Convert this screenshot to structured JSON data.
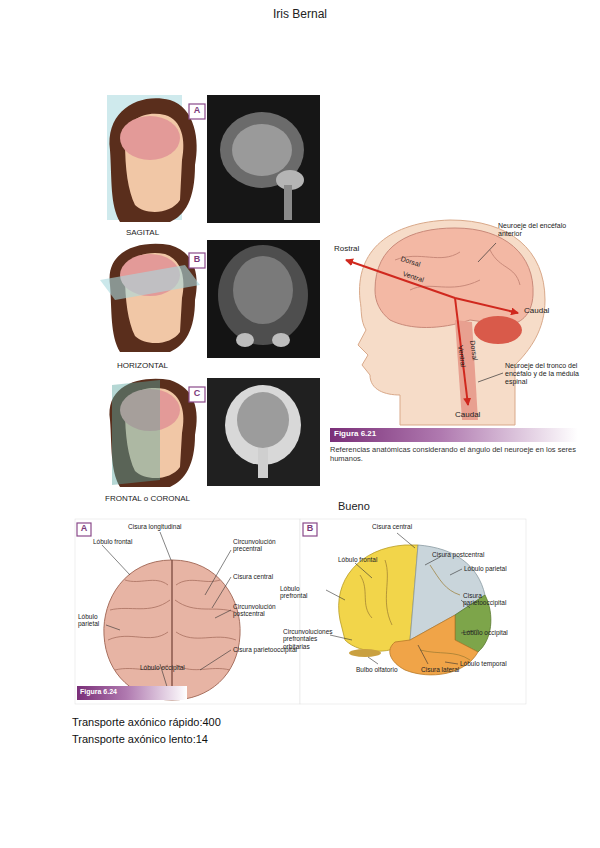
{
  "diagram": {
    "title": "Iris Bernal",
    "labels": [
      "A",
      "B",
      "C",
      "SAGITAL",
      "HORIZONTAL",
      "FRONTAL o CORONAL",
      "Rostral",
      "Dorsal",
      "Ventral",
      "Neuroeje del encéfalo anterior",
      "Caudal",
      "Dorsal",
      "Ventral",
      "Neuroeje del tronco del encéfalo y de la médula espinal",
      "Caudal",
      "Figura 6.21",
      "Referencias anatómicas considerando el ángulo del neuroeje en los seres humanos.",
      "Bueno",
      "A",
      "Cisura longitudinal",
      "Lóbulo frontal",
      "Circunvolución precentral",
      "Cisura central",
      "Lóbulo parietal",
      "Circunvolución postcentral",
      "Cisura parietooccipital",
      "Lóbulo occipital",
      "Figura 6.24",
      "B",
      "Cisura central",
      "Cisura postcentral",
      "Lóbulo frontal",
      "Lóbulo parietal",
      "Lóbulo prefrontal",
      "Cisura parietooccipital",
      "Lóbulo occipital",
      "Circunvoluciones prefrontales orbitarias",
      "Lóbulo temporal",
      "Bulbo olfatorio",
      "Cisura lateral",
      "Transporte axónico rápido:400",
      "Transporte axónico lento:14"
    ]
  }
}
